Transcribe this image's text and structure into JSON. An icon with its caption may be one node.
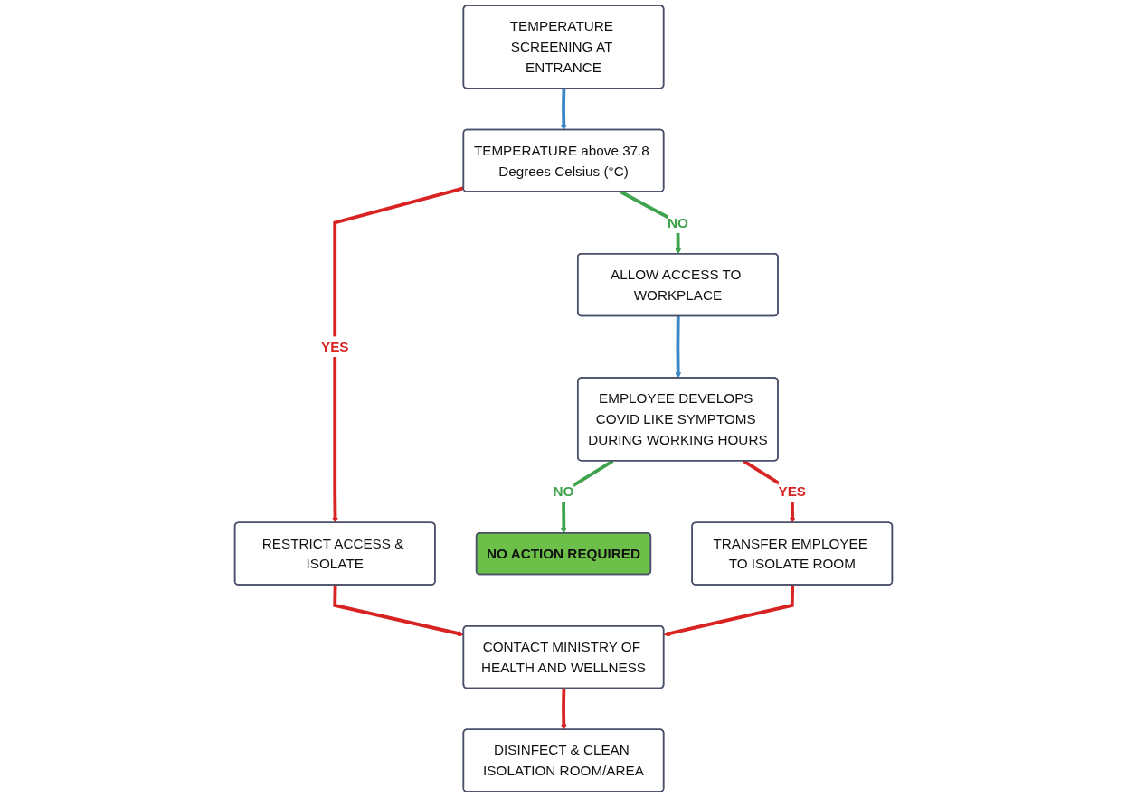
{
  "diagram": {
    "nodes": [
      {
        "text": [
          "TEMPERATURE SCREENING AT ENTRANCE"
        ]
      },
      {
        "text": [
          "TEMPERATURE above 37.8 Degrees Celsius (°C)"
        ]
      },
      {
        "text": [
          "ALLOW ACCESS TO WORKPLACE"
        ]
      },
      {
        "text": [
          "RESTRICT ACCESS & ISOLATE"
        ]
      },
      {
        "text": [
          "EMPLOYEE DEVELOPS COVID LIKE SYMPTOMS DURING WORKING HOURS"
        ]
      },
      {
        "text": [
          "NO ACTION REQUIRED"
        ]
      },
      {
        "text": [
          "CONTACT MINISTRY OF HEALTH AND WELLNESS"
        ]
      },
      {
        "text": [
          "TRANSFER EMPLOYEE TO ISOLATE ROOM"
        ]
      },
      {
        "text": [
          "DISINFECT & CLEAN ISOLATION ROOM/AREA"
        ]
      }
    ],
    "edges": [
      {
        "from": 0,
        "to": 1,
        "arrow": "to",
        "color": "#3b86c6"
      },
      {
        "from": 1,
        "to": 2,
        "arrow": "to",
        "label": "NO",
        "color": "#3fa34d"
      },
      {
        "from": 1,
        "to": 3,
        "arrow": "to",
        "label": "YES"
      },
      {
        "from": 2,
        "to": 4,
        "arrow": "to",
        "color": "#3b86c6"
      },
      {
        "from": 4,
        "to": 5,
        "arrow": "to",
        "label": "NO",
        "color": "#3fa34d"
      },
      {
        "from": 3,
        "to": 6,
        "arrow": "to"
      },
      {
        "from": 4,
        "to": 7,
        "arrow": "to",
        "label": "YES"
      },
      {
        "from": 7,
        "to": 6,
        "arrow": "to"
      },
      {
        "from": 6,
        "to": 8,
        "arrow": "to"
      }
    ]
  }
}
